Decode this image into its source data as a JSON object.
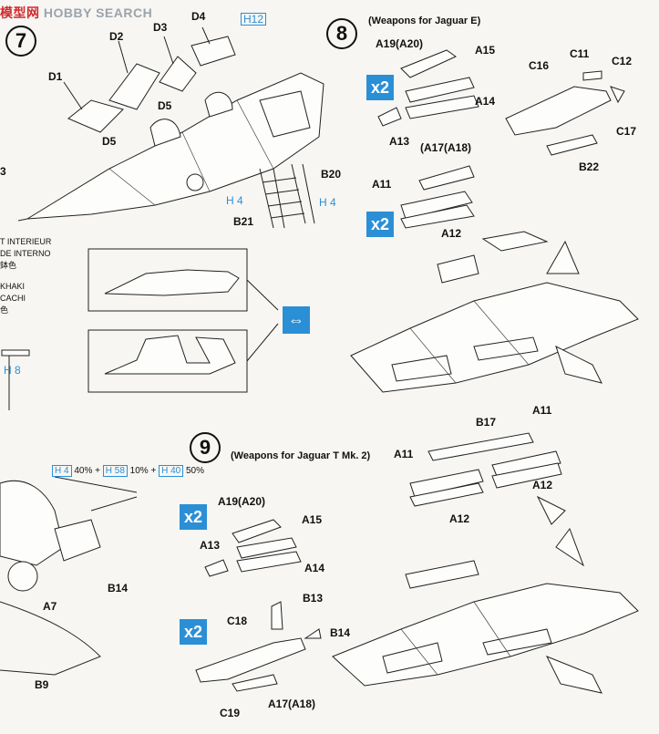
{
  "logo": {
    "red": "模型网",
    "grey": "HOBBY SEARCH"
  },
  "step7": {
    "number": "7",
    "labels": {
      "d1": "D1",
      "d2": "D2",
      "d3": "D3",
      "d4": "D4",
      "d5a": "D5",
      "d5b": "D5",
      "b20": "B20",
      "b21": "B21",
      "num3": "3"
    },
    "h12": "H12",
    "h4a": "H 4",
    "h4b": "H 4",
    "notes": [
      "T INTERIEUR",
      "DE INTERNO",
      "鉢色",
      "KHAKI",
      "CACHI",
      "色"
    ],
    "h8": "H 8",
    "mix": {
      "a": "H 4",
      "ap": "40%",
      "b": "H 58",
      "bp": "10%",
      "c": "H 40",
      "cp": "50%",
      "plus": "+"
    },
    "lower_labels": {
      "b14": "B14",
      "a7": "A7",
      "b9": "B9"
    }
  },
  "step8": {
    "number": "8",
    "title": "(Weapons for Jaguar E)",
    "x2": "x2",
    "labels": {
      "a19": "A19(A20)",
      "a15": "A15",
      "a14": "A14",
      "a13": "A13",
      "c16": "C16",
      "c11": "C11",
      "c12": "C12",
      "c17": "C17",
      "b22": "B22",
      "a17": "(A17(A18)",
      "a11": "A11",
      "a12": "A12"
    }
  },
  "step9": {
    "number": "9",
    "title": "(Weapons for Jaguar T Mk. 2)",
    "x2": "x2",
    "labels": {
      "b17": "B17",
      "a11a": "A11",
      "a11b": "A11",
      "a12a": "A12",
      "a12b": "A12",
      "a19": "A19(A20)",
      "a15": "A15",
      "a13": "A13",
      "a14": "A14",
      "b13": "B13",
      "c18": "C18",
      "b14": "B14",
      "c19": "C19",
      "a17": "A17(A18)"
    }
  }
}
